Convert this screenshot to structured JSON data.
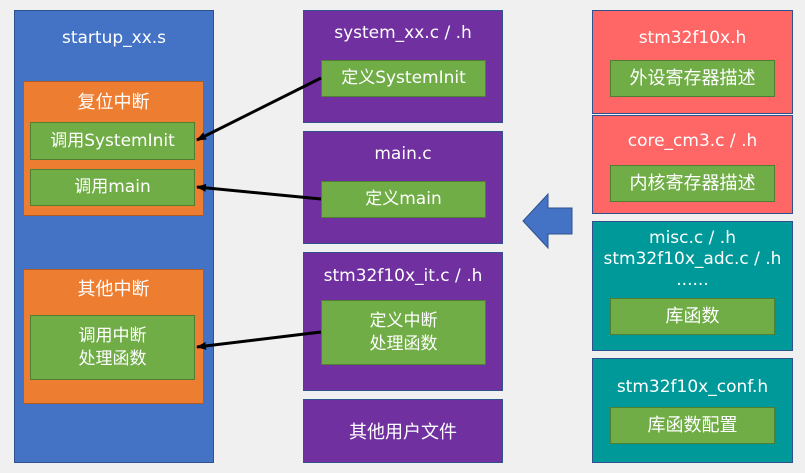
{
  "left": {
    "title": "startup_xx.s",
    "reset_group": {
      "title": "复位中断",
      "items": [
        "调用SystemInit",
        "调用main"
      ]
    },
    "other_group": {
      "title": "其他中断",
      "items": [
        "调用中断\n处理函数"
      ]
    }
  },
  "middle": {
    "blocks": [
      {
        "title": "system_xx.c / .h",
        "item": "定义SystemInit"
      },
      {
        "title": "main.c",
        "item": "定义main"
      },
      {
        "title": "stm32f10x_it.c / .h",
        "item": "定义中断\n处理函数"
      },
      {
        "title": "其他用户文件"
      }
    ]
  },
  "right": {
    "blocks": [
      {
        "title": "stm32f10x.h",
        "item": "外设寄存器描述"
      },
      {
        "title": "core_cm3.c / .h",
        "item": "内核寄存器描述"
      },
      {
        "title": "misc.c / .h\nstm32f10x_adc.c / .h\n......",
        "item": "库函数"
      },
      {
        "title": "stm32f10x_conf.h",
        "item": "库函数配置"
      }
    ]
  },
  "colors": {
    "startup": "#4472c4",
    "interrupt_group": "#ed7d31",
    "user_file": "#7030a0",
    "register_desc": "#ff6666",
    "library": "#009999",
    "function": "#70ad47",
    "arrow": "#000000",
    "big_arrow": "#4472c4"
  },
  "connections": [
    {
      "from": "定义SystemInit",
      "to": "调用SystemInit"
    },
    {
      "from": "定义main",
      "to": "调用main"
    },
    {
      "from": "定义中断处理函数",
      "to": "调用中断处理函数"
    }
  ]
}
